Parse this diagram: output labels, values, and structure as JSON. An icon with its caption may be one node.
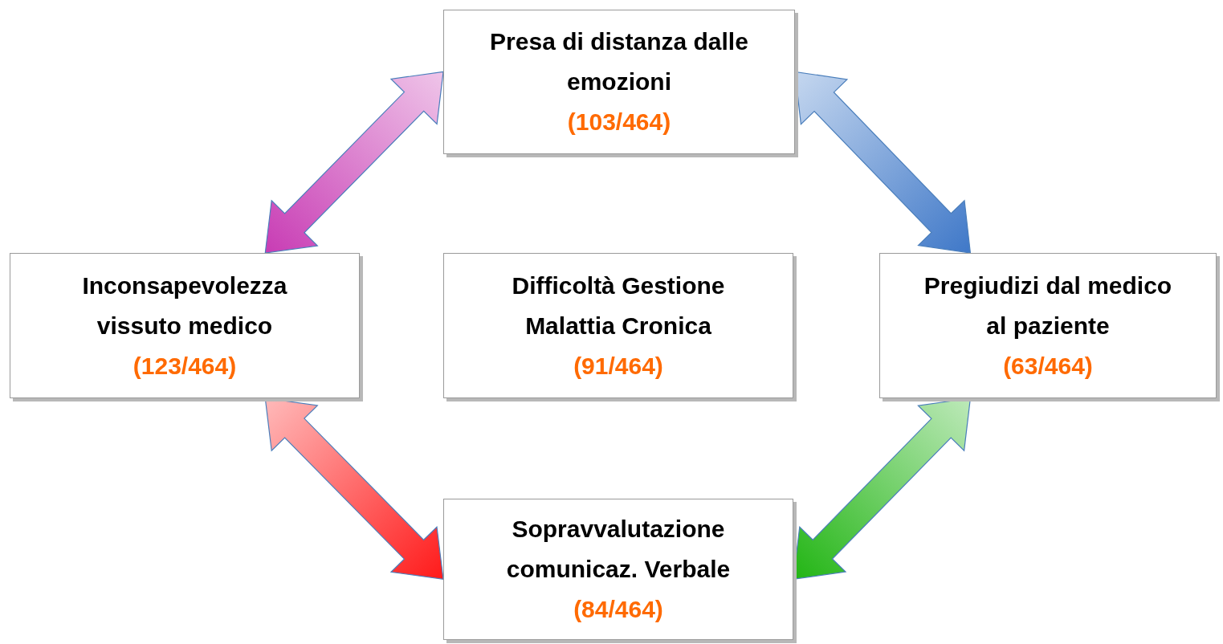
{
  "diagram": {
    "nodes": [
      {
        "text": [
          "Presa di distanza dalle emozioni",
          "(103/464)"
        ]
      },
      {
        "text": [
          "Inconsapevolezza vissuto medico",
          "(123/464)"
        ]
      },
      {
        "text": [
          "Difficoltà Gestione Malattia Cronica",
          "(91/464)"
        ]
      },
      {
        "text": [
          "Pregiudizi dal medico al paziente",
          "(63/464)"
        ]
      },
      {
        "text": [
          "Sopravvalutazione comunicaz. Verbale",
          "(84/464)"
        ]
      }
    ],
    "edges": [
      {
        "from": 0,
        "to": 1,
        "arrow": "both",
        "color": "#c83cb4"
      },
      {
        "from": 0,
        "to": 3,
        "arrow": "both",
        "color": "#3f78c8"
      },
      {
        "from": 1,
        "to": 4,
        "arrow": "both",
        "color": "#ff1a1a"
      },
      {
        "from": 3,
        "to": 4,
        "arrow": "both",
        "color": "#22b514"
      }
    ]
  }
}
